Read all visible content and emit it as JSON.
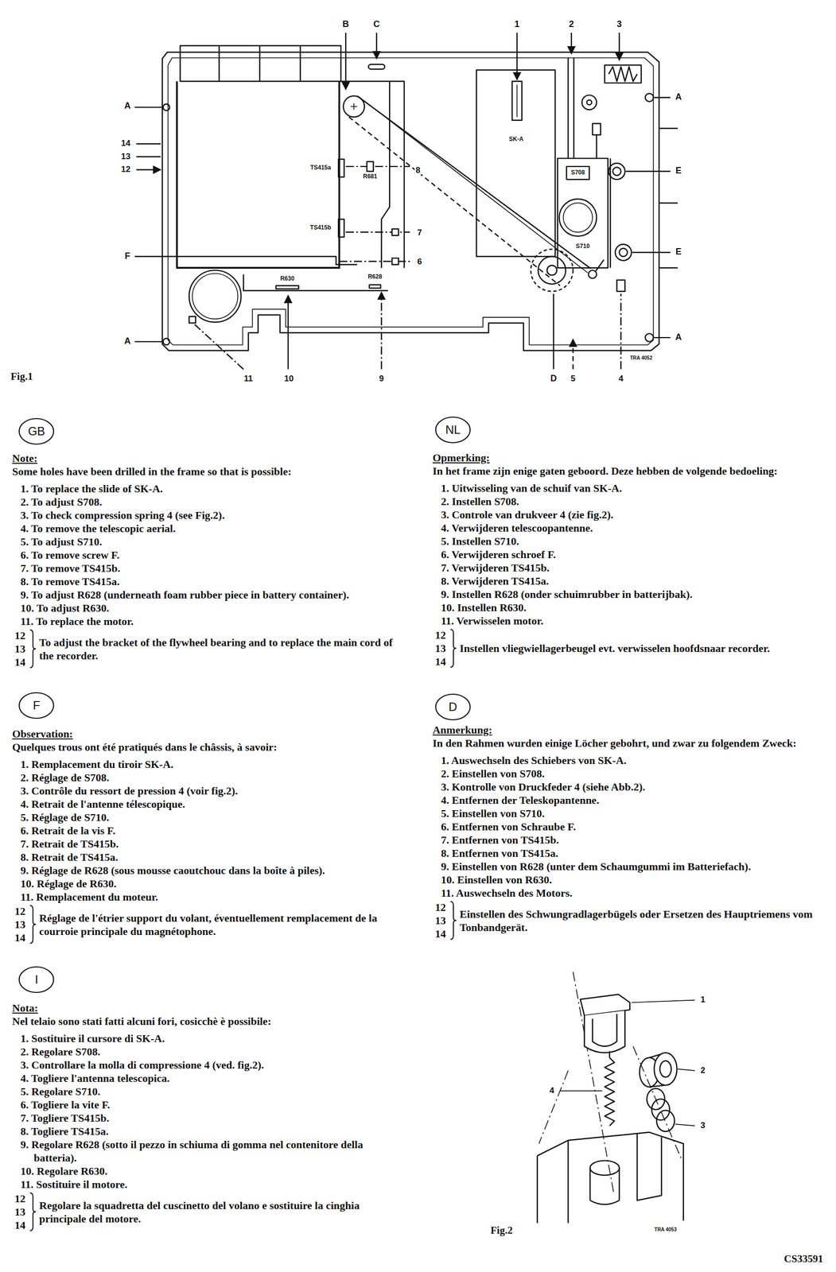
{
  "diagram": {
    "nodes": [
      {
        "text": [
          "GB"
        ]
      },
      {
        "text": [
          "NL"
        ]
      },
      {
        "text": [
          "F"
        ]
      },
      {
        "text": [
          "D"
        ]
      },
      {
        "text": [
          "I"
        ]
      }
    ],
    "labels": [
      "B",
      "C",
      "1",
      "2",
      "3",
      "A",
      "A",
      "14",
      "13",
      "12",
      "SK-A",
      "S708",
      "E",
      "TS415a",
      "R681",
      "8",
      "TS415b",
      "7",
      "S710",
      "E",
      "F",
      "6",
      "R630",
      "R628",
      "A",
      "A",
      "TRA 4052",
      "Fig.1",
      "11",
      "10",
      "9",
      "D",
      "5",
      "4",
      "Note:",
      "Some holes have been drilled in the frame so that is possible:",
      "1. To replace the slide of SK-A.",
      "2. To adjust S708.",
      "3. To check compression spring 4 (see Fig.2).",
      "4. To remove the telescopic aerial.",
      "5. To adjust S710.",
      "6. To remove screw F.",
      "7. To remove TS415b.",
      "8. To remove TS415a.",
      "9. To adjust R628 (underneath foam rubber piece in battery container).",
      "10. To adjust R630.",
      "11. To replace the motor.",
      "12",
      "13",
      "14",
      "To adjust the bracket of the flywheel bearing and to replace the main cord of the recorder.",
      "Opmerking:",
      "In het frame zijn enige gaten geboord. Deze hebben de volgende bedoeling:",
      "1. Uitwisseling van de schuif van SK-A.",
      "2. Instellen S708.",
      "3. Controle van drukveer 4 (zie fig.2).",
      "4. Verwijderen telescoopantenne.",
      "5. Instellen S710.",
      "6. Verwijderen schroef F.",
      "7. Verwijderen TS415b.",
      "8. Verwijderen TS415a.",
      "9. Instellen R628 (onder schuimrubber in batterijbak).",
      "10. Instellen R630.",
      "11. Verwisselen motor.",
      "12",
      "13",
      "14",
      "Instellen vliegwiellagerbeugel evt. verwisselen hoofdsnaar recorder.",
      "Observation:",
      "Quelques trous ont été pratiqués dans le châssis, à savoir:",
      "1. Remplacement du tiroir SK-A.",
      "2. Réglage de S708.",
      "3. Contrôle du ressort de pression 4 (voir fig.2).",
      "4. Retrait de l'antenne télescopique.",
      "5. Réglage de S710.",
      "6. Retrait de la vis F.",
      "7. Retrait de TS415b.",
      "8. Retrait de TS415a.",
      "9. Réglage de R628 (sous mousse caoutchouc dans la boîte à piles).",
      "10. Réglage de R630.",
      "11. Remplacement du moteur.",
      "12",
      "13",
      "14",
      "Réglage de l'étrier support du volant, éventuellement remplacement de la courroie principale du magnétophone.",
      "Anmerkung:",
      "In den Rahmen wurden einige Löcher gebohrt, und zwar zu folgendem Zweck:",
      "1. Auswechseln des Schiebers von SK-A.",
      "2. Einstellen von S708.",
      "3. Kontrolle von Druckfeder 4 (siehe Abb.2).",
      "4. Entfernen der Teleskopantenne.",
      "5. Einstellen von S710.",
      "6. Entfernen von Schraube F.",
      "7. Entfernen von TS415b.",
      "8. Entfernen von TS415a.",
      "9. Einstellen von R628 (unter dem Schaumgummi im Batteriefach).",
      "10. Einstellen von R630.",
      "11. Auswechseln des Motors.",
      "12",
      "13",
      "14",
      "Einstellen des Schwungradlagerbügels oder Ersetzen des Hauptriemens vom Tonbandgerät.",
      "Nota:",
      "Nel telaio sono stati fatti alcuni fori, cosicchè è possibile:",
      "1. Sostituire il cursore di SK-A.",
      "2. Regolare S708.",
      "3. Controllare la molla di compressione 4 (ved. fig.2).",
      "4. Togliere l'antenna telescopica.",
      "5. Regolare S710.",
      "6. Togliere la vite F.",
      "7. Togliere TS415b.",
      "8. Togliere TS415a.",
      "9. Regolare R628 (sotto il pezzo in schiuma di gomma nel contenitore della batteria).",
      "10. Regolare R630.",
      "11. Sostituire il motore.",
      "12",
      "13",
      "14",
      "Regolare la squadretta del cuscinetto del volano e sostituire la cinghia principale del motore.",
      "1",
      "2",
      "3",
      "4",
      "TRA 4053",
      "Fig.2",
      "CS33591"
    ]
  }
}
